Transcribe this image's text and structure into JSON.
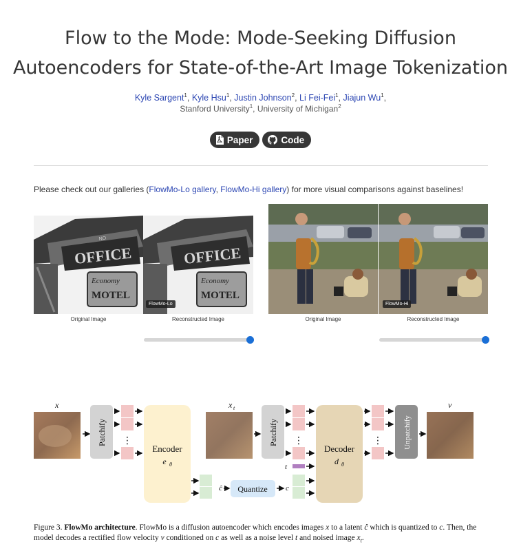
{
  "title": {
    "line1": "Flow to the Mode: Mode-Seeking Diffusion",
    "line2": "Autoencoders for State-of-the-Art Image Tokenization"
  },
  "authors": [
    {
      "name": "Kyle Sargent",
      "sup": "1"
    },
    {
      "name": "Kyle Hsu",
      "sup": "1"
    },
    {
      "name": "Justin Johnson",
      "sup": "2"
    },
    {
      "name": "Li Fei-Fei",
      "sup": "1"
    },
    {
      "name": "Jiajun Wu",
      "sup": "1"
    }
  ],
  "affiliations": {
    "a1": "Stanford University",
    "a1_sup": "1",
    "a2": "University of Michigan",
    "a2_sup": "2"
  },
  "buttons": {
    "paper": "Paper",
    "code": "Code"
  },
  "gallery_text": {
    "prefix": "Please check out our galleries (",
    "link1": "FlowMo-Lo gallery",
    "sep": ", ",
    "link2": "FlowMo-Hi gallery",
    "suffix": ") for more visual comparisons against baselines!"
  },
  "comparisons": [
    {
      "original_label": "Original Image",
      "reconstructed_label": "Reconstructed Image",
      "badge": "FlowMo-Lo",
      "slider_value": 1.0
    },
    {
      "original_label": "Original Image",
      "reconstructed_label": "Reconstructed Image",
      "badge": "FlowMo-Hi",
      "slider_value": 1.0
    }
  ],
  "sign_text": {
    "office": "OFFICE",
    "no": "NO",
    "economy": "Economy",
    "motel": "MOTEL"
  },
  "diagram": {
    "x": "x",
    "xt": "x",
    "xt_sub": "t",
    "v": "v",
    "patchify1": "Patchify",
    "patchify2": "Patchify",
    "encoder": "Encoder",
    "encoder_sym": "e",
    "encoder_sub": "θ",
    "decoder": "Decoder",
    "decoder_sym": "d",
    "decoder_sub": "θ",
    "unpatchify": "Unpatchify",
    "quantize": "Quantize",
    "c_hat": "ĉ",
    "c": "c",
    "t": "t",
    "dots": "⋮"
  },
  "figure_caption": {
    "fig": "Figure 3.",
    "bold": "FlowMo architecture",
    "text1": ". FlowMo is a diffusion autoencoder which encodes images ",
    "x": "x",
    "text2": " to a latent ",
    "chat": "ĉ",
    "text3": " which is quantized to ",
    "c": "c",
    "text4": ". Then, the model decodes a rectified flow velocity ",
    "v": "v",
    "text5": " conditioned on ",
    "c2": "c",
    "text6": " as well as a noise level ",
    "t": "t",
    "text7": " and noised image ",
    "xt": "x",
    "xt_sub": "t",
    "text8": "."
  },
  "colors": {
    "link": "#2d47b3",
    "button_bg": "#363636",
    "slider_thumb": "#1a6fd6",
    "encoder_fill": "#fdf1cf",
    "decoder_fill": "#e6d6b5",
    "token_pink": "#f3c6c6",
    "token_green": "#d8ecd4",
    "quantize_fill": "#d6e8f8",
    "t_bar": "#b07fc0"
  }
}
